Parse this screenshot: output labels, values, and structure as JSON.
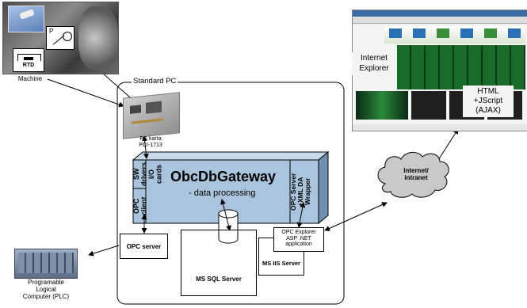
{
  "machine": {
    "label": "Machine",
    "rtd_label": "RTD",
    "diagram_label": "P"
  },
  "standard_pc": {
    "label": "Standard PC"
  },
  "pc_card": {
    "line1": "PC karta",
    "line2": "PCI-1713"
  },
  "gateway": {
    "title": "ObcDbGateway",
    "subtitle": "- data processing"
  },
  "sw_drivers": {
    "label": "SW\ndrivers\nI/O cards"
  },
  "opc_client": {
    "label": "OPC\nclient"
  },
  "opc_wrapper": {
    "label": "OPC Server\n+XML DA\nWrapper"
  },
  "opc_server": {
    "label": "OPC server"
  },
  "ms_sql": {
    "label": "MS SQL Server"
  },
  "ms_iis": {
    "label": "MS IIS Server"
  },
  "opc_explorer": {
    "line1": "OPC Explorer",
    "line2": "ASP .NET",
    "line3": "application"
  },
  "internet_explorer": {
    "line1": "Internet",
    "line2": "Explorer"
  },
  "html_ajax": {
    "line1": "HTML",
    "line2": "+JScript",
    "line3": "(AJAX)"
  },
  "cloud": {
    "line1": "Internet/",
    "line2": "intranet"
  },
  "plc": {
    "line1": "Programable",
    "line2": "Logical",
    "line3": "Computer (PLC)"
  },
  "colors": {
    "gateway_fill": "#a9c4dc",
    "gateway_dark": "#6f8fae",
    "cloud_fill": "#c9c9c9",
    "screen_green": "#1a6b2a"
  }
}
